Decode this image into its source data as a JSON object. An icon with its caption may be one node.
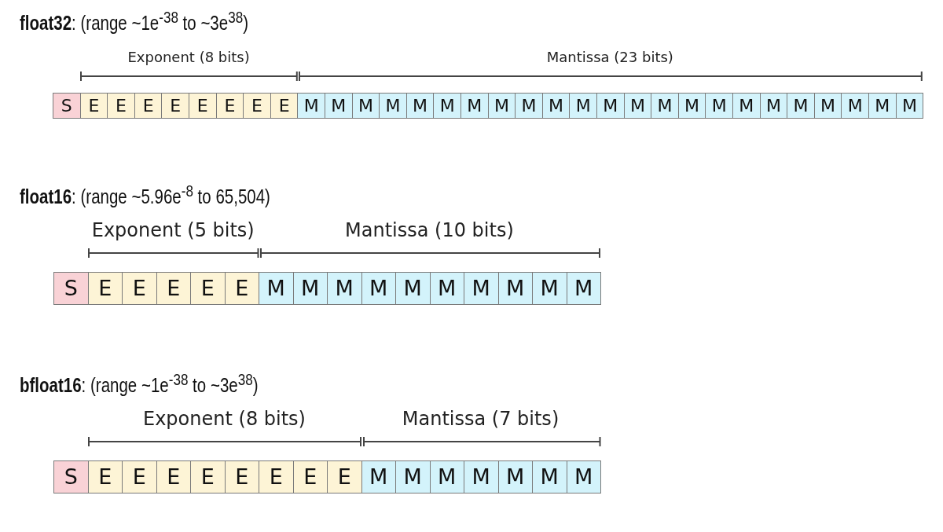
{
  "diagram": {
    "nodes": [
      {
        "text": [
          "S"
        ]
      },
      {
        "text": [
          "E"
        ]
      },
      {
        "text": [
          "E"
        ]
      },
      {
        "text": [
          "E"
        ]
      },
      {
        "text": [
          "E"
        ]
      },
      {
        "text": [
          "E"
        ]
      },
      {
        "text": [
          "E"
        ]
      },
      {
        "text": [
          "E"
        ]
      },
      {
        "text": [
          "E"
        ]
      },
      {
        "text": [
          "M"
        ]
      },
      {
        "text": [
          "M"
        ]
      },
      {
        "text": [
          "M"
        ]
      },
      {
        "text": [
          "M"
        ]
      },
      {
        "text": [
          "M"
        ]
      },
      {
        "text": [
          "M"
        ]
      },
      {
        "text": [
          "M"
        ]
      },
      {
        "text": [
          "M"
        ]
      },
      {
        "text": [
          "M"
        ]
      },
      {
        "text": [
          "M"
        ]
      },
      {
        "text": [
          "M"
        ]
      },
      {
        "text": [
          "M"
        ]
      },
      {
        "text": [
          "M"
        ]
      },
      {
        "text": [
          "M"
        ]
      },
      {
        "text": [
          "M"
        ]
      },
      {
        "text": [
          "M"
        ]
      },
      {
        "text": [
          "M"
        ]
      },
      {
        "text": [
          "M"
        ]
      },
      {
        "text": [
          "M"
        ]
      },
      {
        "text": [
          "M"
        ]
      },
      {
        "text": [
          "M"
        ]
      },
      {
        "text": [
          "M"
        ]
      },
      {
        "text": [
          "M"
        ]
      },
      {
        "text": [
          "S"
        ]
      },
      {
        "text": [
          "E"
        ]
      },
      {
        "text": [
          "E"
        ]
      },
      {
        "text": [
          "E"
        ]
      },
      {
        "text": [
          "E"
        ]
      },
      {
        "text": [
          "E"
        ]
      },
      {
        "text": [
          "M"
        ]
      },
      {
        "text": [
          "M"
        ]
      },
      {
        "text": [
          "M"
        ]
      },
      {
        "text": [
          "M"
        ]
      },
      {
        "text": [
          "M"
        ]
      },
      {
        "text": [
          "M"
        ]
      },
      {
        "text": [
          "M"
        ]
      },
      {
        "text": [
          "M"
        ]
      },
      {
        "text": [
          "M"
        ]
      },
      {
        "text": [
          "M"
        ]
      },
      {
        "text": [
          "S"
        ]
      },
      {
        "text": [
          "E"
        ]
      },
      {
        "text": [
          "E"
        ]
      },
      {
        "text": [
          "E"
        ]
      },
      {
        "text": [
          "E"
        ]
      },
      {
        "text": [
          "E"
        ]
      },
      {
        "text": [
          "E"
        ]
      },
      {
        "text": [
          "E"
        ]
      },
      {
        "text": [
          "E"
        ]
      },
      {
        "text": [
          "M"
        ]
      },
      {
        "text": [
          "M"
        ]
      },
      {
        "text": [
          "M"
        ]
      },
      {
        "text": [
          "M"
        ]
      },
      {
        "text": [
          "M"
        ]
      },
      {
        "text": [
          "M"
        ]
      },
      {
        "text": [
          "M"
        ]
      }
    ],
    "labels": [
      "**float32**: (range ~1e$^{-38}$ to ~3e$^{38}$)",
      "Exponent (8 bits)",
      "Mantissa (23 bits)",
      "**float16**: (range ~5.96e$^{-8}$ to 65,504)",
      "Exponent (5 bits)",
      "Mantissa (10 bits)",
      "**bfloat16**: (range ~1e$^{-38}$ to ~3e$^{38}$)",
      "Exponent (8 bits)",
      "Mantissa (7 bits)"
    ]
  }
}
